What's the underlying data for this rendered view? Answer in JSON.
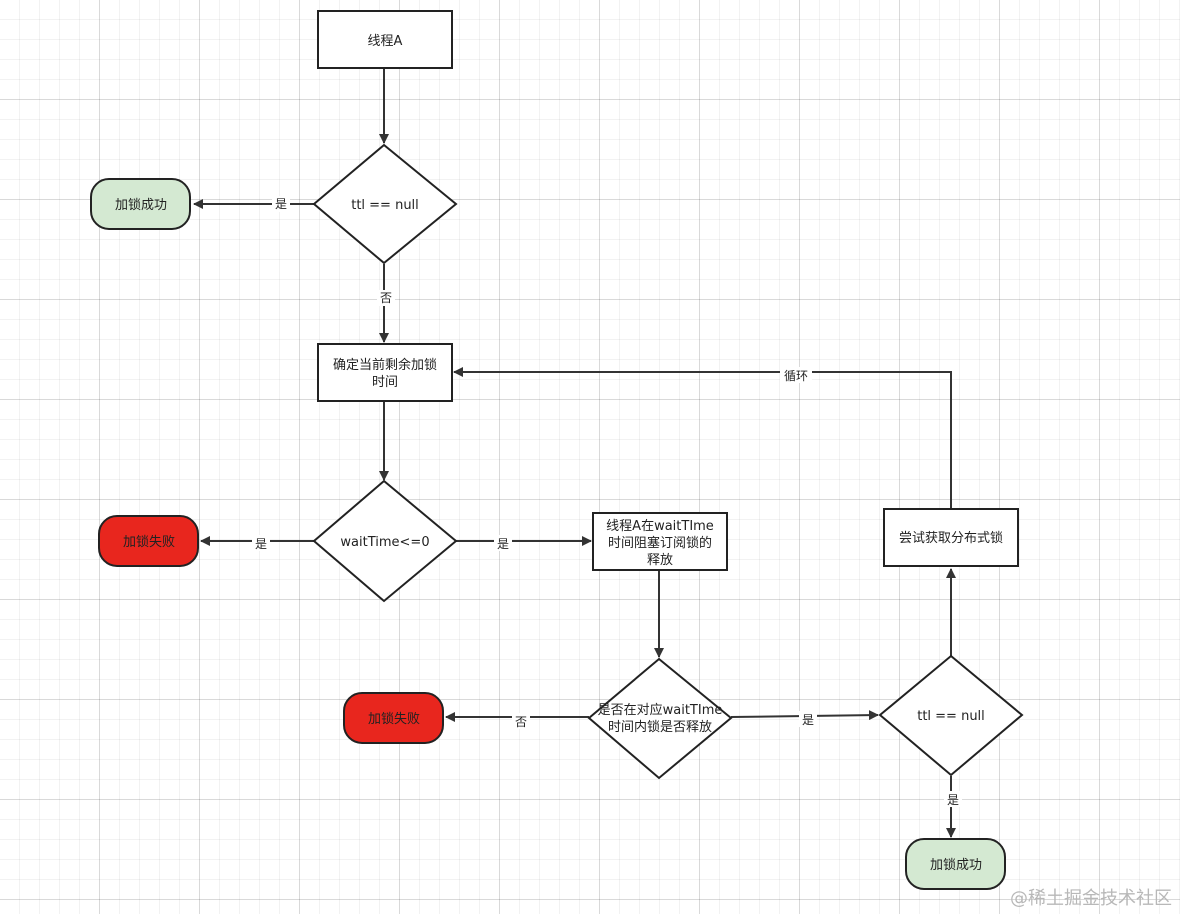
{
  "colors": {
    "success_fill": "#d4e9d2",
    "failure_fill": "#e8261e",
    "line": "#333333"
  },
  "nodes": {
    "thread_a": [
      "线程A"
    ],
    "decision_ttl_top": [
      "ttl == null"
    ],
    "success_top": [
      "加锁成功"
    ],
    "determine_remaining": [
      "确定当前剩余加锁",
      "时间"
    ],
    "decision_wait": [
      "waitTime<=0"
    ],
    "fail_left": [
      "加锁失败"
    ],
    "block_wait": [
      "线程A在waitTIme",
      "时间阻塞订阅锁的",
      "释放"
    ],
    "decision_released": [
      "是否在对应waitTIme",
      "时间内锁是否释放"
    ],
    "fail_middle": [
      "加锁失败"
    ],
    "decision_ttl_right": [
      "ttl == null"
    ],
    "try_acquire": [
      "尝试获取分布式锁"
    ],
    "success_bottom": [
      "加锁成功"
    ]
  },
  "edge_labels": {
    "ttl_top_yes": "是",
    "ttl_top_no": "否",
    "wait_yes_left": "是",
    "wait_yes_right": "是",
    "released_no": "否",
    "released_yes": "是",
    "ttl_right_yes": "是",
    "loop": "循环"
  },
  "watermark": "@稀土掘金技术社区"
}
